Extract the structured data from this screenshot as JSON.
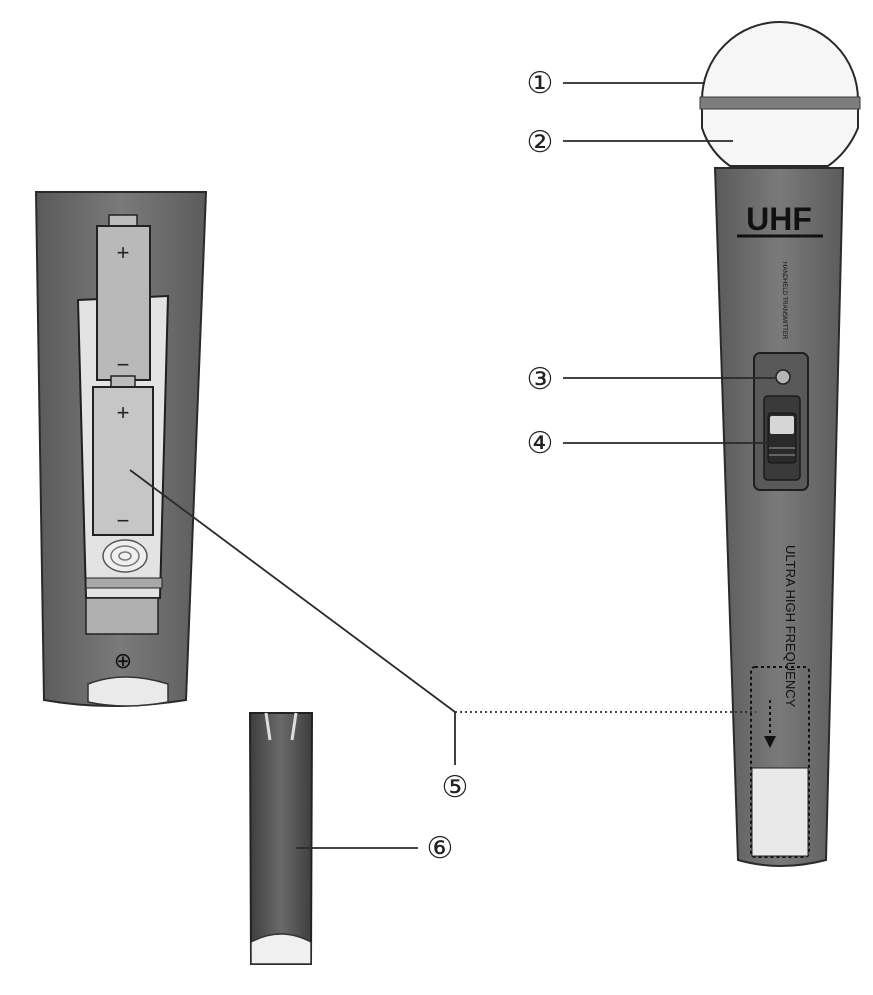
{
  "brand": "UHF",
  "side_text": "ULTRA HIGH FREQUENCY",
  "small_side_text": "HANDHELD TRANSMITTER",
  "callouts": [
    {
      "id": 1,
      "label": "①"
    },
    {
      "id": 2,
      "label": "②"
    },
    {
      "id": 3,
      "label": "③"
    },
    {
      "id": 4,
      "label": "④"
    },
    {
      "id": 5,
      "label": "⑤"
    },
    {
      "id": 6,
      "label": "⑥"
    }
  ],
  "polarity": {
    "plus": "+",
    "minus": "−",
    "screw": "⊕"
  },
  "colors": {
    "body": "#6c6c6c",
    "body_dark": "#4a4a4a",
    "panel": "#5a5a5a",
    "battery": "#b9b9b9",
    "grille": "#f6f6f6",
    "line": "#2a2a2a"
  }
}
